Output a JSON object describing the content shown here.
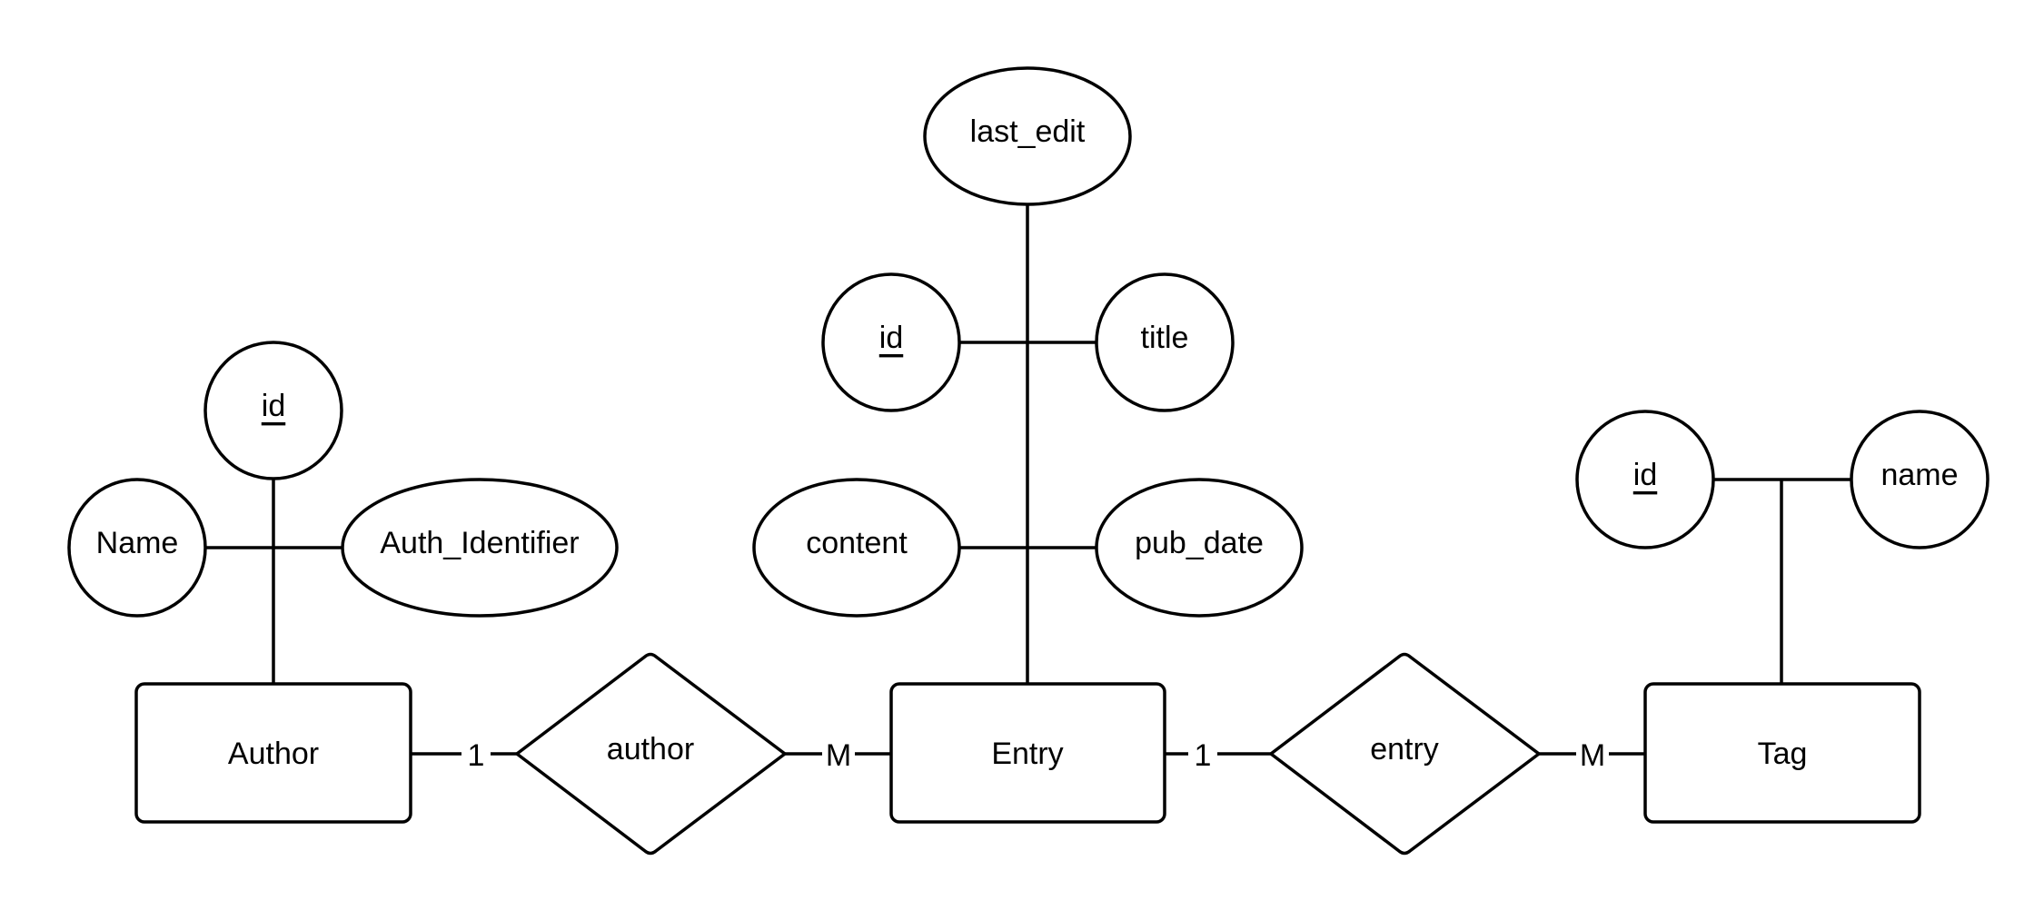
{
  "entities": {
    "author": "Author",
    "entry": "Entry",
    "tag": "Tag"
  },
  "relationships": {
    "author": "author",
    "entry": "entry"
  },
  "attributes": {
    "author_id": "id",
    "author_name": "Name",
    "author_auth_identifier": "Auth_Identifier",
    "entry_last_edit": "last_edit",
    "entry_id": "id",
    "entry_title": "title",
    "entry_content": "content",
    "entry_pub_date": "pub_date",
    "tag_id": "id",
    "tag_name": "name"
  },
  "cardinalities": {
    "author_side": "1",
    "entry_side_author_rel": "M",
    "entry_side_entry_rel": "1",
    "tag_side": "M"
  },
  "colors": {
    "stroke": "#000000",
    "fill": "#ffffff"
  }
}
